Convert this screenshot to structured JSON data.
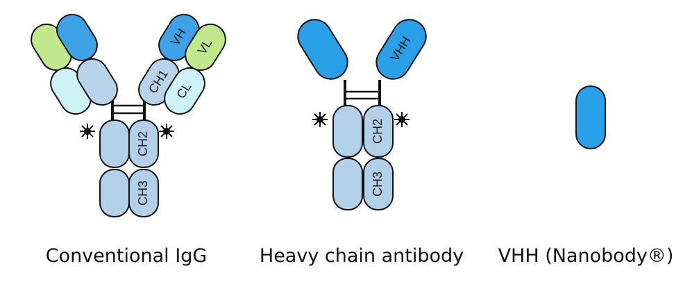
{
  "captions": {
    "igg": "Conventional IgG",
    "hcab": "Heavy chain antibody",
    "vhh": "VHH (Nanobody®)"
  },
  "domain_labels": {
    "vh": "VH",
    "vl": "VL",
    "ch1": "CH1",
    "cl": "CL",
    "ch2": "CH2",
    "ch3": "CH3",
    "vhh": "VHH"
  },
  "colors": {
    "vh": "#3da3e6",
    "vl": "#c2e88e",
    "ch1": "#b8d3ea",
    "cl": "#cdf3f6",
    "constant": "#b3d0e9",
    "vhh": "#2aa0e8",
    "outline": "#111111"
  }
}
